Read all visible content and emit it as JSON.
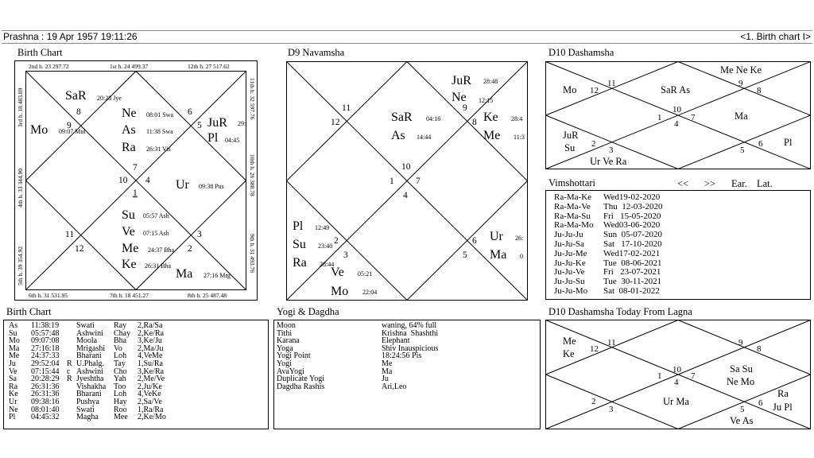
{
  "header": {
    "left": "Prashna :  19 Apr 1957  19:11:26",
    "right": "<1. Birth chart I>"
  },
  "titles": {
    "birth_chart": "Birth Chart",
    "d9": "D9 Navamsha",
    "d10": "D10 Dashamsha",
    "birth_chart_table": "Birth Chart",
    "yogi": "Yogi & Dagdha",
    "d10_today": "D10 Dashamsha Today From Lagna"
  },
  "birth_chart_border": {
    "top": [
      "2nd h.  23  297.72",
      "1st h.  24  499.37",
      "12th h.  27  517.62"
    ],
    "bottom": [
      "6th h.  31  531.95",
      "7th h.  18  451.27",
      "8th h.  25  487.48"
    ],
    "left": [
      "3rd h.  18  483.89",
      "4th h.  33  344.90",
      "5th h.  39  354.92"
    ],
    "right": [
      "11th h.  32  597.76",
      "10th h.  26  388.78",
      "9th h.  31  493.76"
    ]
  },
  "birth_chart": {
    "house_numbers": [
      "1",
      "12",
      "11",
      "10",
      "9",
      "8",
      "7",
      "6",
      "5",
      "4",
      "3",
      "2"
    ],
    "planets": {
      "sa": "SaR",
      "sa_deg": "20:28 Jye",
      "ne": "Ne",
      "ne_deg": "08:01 Swa",
      "as": "As",
      "as_deg": "11:38 Swa",
      "ra": "Ra",
      "ra_deg": "26:31 Vis",
      "mo": "Mo",
      "mo_deg": "09:07 Mul",
      "ju": "JuR",
      "ju_deg": "29:",
      "pl": "Pl",
      "pl_deg": "04:45",
      "ur": "Ur",
      "ur_deg": "09:38 Pus",
      "su": "Su",
      "su_deg": "05:57 Ash",
      "ve": "Ve",
      "ve_deg": "07:15 Ash",
      "me": "Me",
      "me_deg": "24:37 Bha",
      "ke": "Ke",
      "ke_deg": "26:31 Bha",
      "ma": "Ma",
      "ma_deg": "27:16 Mrg"
    }
  },
  "d9": {
    "house_numbers": [
      "10",
      "7",
      "4",
      "1",
      "11",
      "12",
      "9",
      "8",
      "6",
      "5",
      "2",
      "3"
    ],
    "planets": {
      "ju": "JuR",
      "ju_deg": "28:48",
      "ne": "Ne",
      "ne_deg": "12:15",
      "sa": "SaR",
      "sa_deg": "04:16",
      "as": "As",
      "as_deg": "14:44",
      "ke": "Ke",
      "ke_deg": "28:4",
      "me": "Me",
      "me_deg": "11:3",
      "pl": "Pl",
      "pl_deg": "12:49",
      "su": "Su",
      "su_deg": "23:40",
      "ra": "Ra",
      "ra_deg": "28:44",
      "ve": "Ve",
      "ve_deg": "05:21",
      "mo": "Mo",
      "mo_deg": "22:04",
      "ur": "Ur",
      "ur_deg": "26:",
      "ma": "Ma",
      "ma_deg": "0"
    }
  },
  "d10": {
    "house_numbers": [
      "10",
      "4",
      "1",
      "7",
      "11",
      "12",
      "9",
      "8",
      "2",
      "3",
      "5",
      "6"
    ],
    "groups": {
      "top_right": "Me Ne Ke",
      "top_left": "Mo",
      "top_center": "SaR As",
      "center_right": "Ma",
      "bottom_left_a": "JuR",
      "bottom_left_b": "Su",
      "bottom_center": "Ur Ve Ra",
      "bottom_right": "Pl"
    }
  },
  "vimshottari": {
    "title": "Vimshottari",
    "nav_prev": "<<",
    "nav_next": ">>",
    "ear": "Ear.",
    "lat": "Lat.",
    "rows": [
      [
        "Ra-Ma-Ke",
        "Wed19-02-2020"
      ],
      [
        "Ra-Ma-Ve",
        "Thu  12-03-2020"
      ],
      [
        "Ra-Ma-Su",
        "Fri   15-05-2020"
      ],
      [
        "Ra-Ma-Mo",
        "Wed03-06-2020"
      ],
      [
        "Ju-Ju-Ju",
        "Sun  05-07-2020"
      ],
      [
        "Ju-Ju-Sa",
        "Sat   17-10-2020"
      ],
      [
        "Ju-Ju-Me",
        "Wed17-02-2021"
      ],
      [
        "Ju-Ju-Ke",
        "Tue  08-06-2021"
      ],
      [
        "Ju-Ju-Ve",
        "Fri   23-07-2021"
      ],
      [
        "Ju-Ju-Su",
        "Tue  30-11-2021"
      ],
      [
        "Ju-Ju-Mo",
        "Sat  08-01-2022"
      ]
    ]
  },
  "planet_table": {
    "rows": [
      [
        "As",
        "11:38:19",
        "",
        "Swati",
        "Ray",
        "2,Ra/Sa"
      ],
      [
        "Su",
        "05:57:48",
        "",
        "Ashwini",
        "Chay",
        "2,Ke/Ra"
      ],
      [
        "Mo",
        "09:07:08",
        "",
        "Moola",
        "Bha",
        "3,Ke/Ju"
      ],
      [
        "Ma",
        "27:16:18",
        "",
        "Mrigashi",
        "Vo",
        "2,Ma/Ju"
      ],
      [
        "Me",
        "24:37:33",
        "",
        "Bharani",
        "Loh",
        "4,VeMe"
      ],
      [
        "Ju",
        "29:52:04",
        "R",
        "U.Phalg.",
        "Tay",
        "1,Su/Ra"
      ],
      [
        "Ve",
        "07:15:44",
        "c",
        "Ashwini",
        "Cho",
        "3,Ke/Ra"
      ],
      [
        "Sa",
        "20:28:29",
        "R",
        "Jyeshtha",
        "Yah",
        "2,Me/Ve"
      ],
      [
        "Ra",
        "26:31:36",
        "",
        "Vishakha",
        "Too",
        "2,Ju/Ke"
      ],
      [
        "Ke",
        "26:31:36",
        "",
        "Bharani",
        "Loh",
        "4,VeKe"
      ],
      [
        "Ur",
        "09:38:16",
        "",
        "Pushya",
        "Hay",
        "2,Sa/Ve"
      ],
      [
        "Ne",
        "08:01:40",
        "",
        "Swati",
        "Roo",
        "1,Ra/Ra"
      ],
      [
        "Pl",
        "04:45:32",
        "",
        "Magha",
        "Mee",
        "2,Ke/Mo"
      ]
    ]
  },
  "yogi_table": {
    "rows": [
      [
        "Moon",
        "waning, 64% full"
      ],
      [
        "Tithi",
        "Krishna  Shashthi"
      ],
      [
        "Karana",
        "Elephant"
      ],
      [
        "Yoga",
        "Shiv Inauspicious"
      ],
      [
        "Yogi Point",
        "18:24:56 Pis"
      ],
      [
        "Yogi",
        "Me"
      ],
      [
        "AvaYogi",
        "Ma"
      ],
      [
        "Duplicate Yogi",
        "Ju"
      ],
      [
        "Dagdha Rashis",
        "Ari,Leo"
      ]
    ]
  },
  "d10_today": {
    "house_numbers": [
      "10",
      "4",
      "1",
      "7",
      "11",
      "12",
      "9",
      "8",
      "2",
      "3",
      "5",
      "6"
    ],
    "groups": {
      "top_left_a": "Me",
      "top_left_b": "Ke",
      "center_right_a": "Sa Su",
      "center_right_b": "Ne Mo",
      "bottom_center": "Ur Ma",
      "bottom_right_a": "Ra",
      "bottom_right_b": "Ju Pl",
      "bottom_right_c": "Ve As"
    }
  }
}
